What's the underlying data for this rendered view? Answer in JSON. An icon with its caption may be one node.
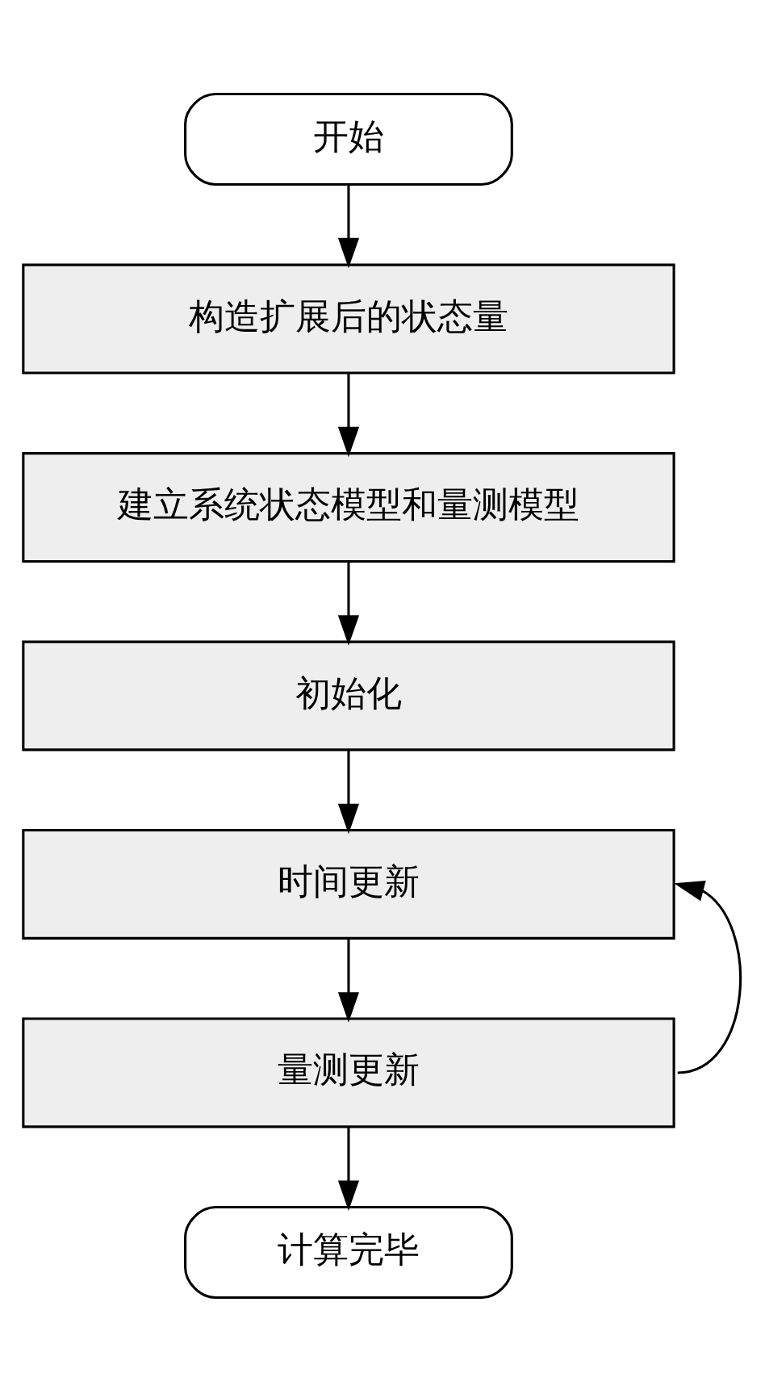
{
  "diagram": {
    "nodes": [
      {
        "text": [
          "开始"
        ]
      },
      {
        "text": [
          "构造扩展后的状态量"
        ]
      },
      {
        "text": [
          "建立系统状态模型和量测模型"
        ]
      },
      {
        "text": [
          "初始化"
        ]
      },
      {
        "text": [
          "时间更新"
        ]
      },
      {
        "text": [
          "量测更新"
        ]
      },
      {
        "text": [
          "计算完毕"
        ]
      }
    ],
    "edges": [
      {
        "from": 0,
        "to": 1,
        "arrow": "to"
      },
      {
        "from": 1,
        "to": 2,
        "arrow": "to"
      },
      {
        "from": 2,
        "to": 3,
        "arrow": "to"
      },
      {
        "from": 3,
        "to": 4,
        "arrow": "to"
      },
      {
        "from": 4,
        "to": 5,
        "arrow": "to"
      },
      {
        "from": 5,
        "to": 6,
        "arrow": "to"
      },
      {
        "from": 5,
        "to": 4,
        "arrow": "to"
      }
    ]
  }
}
